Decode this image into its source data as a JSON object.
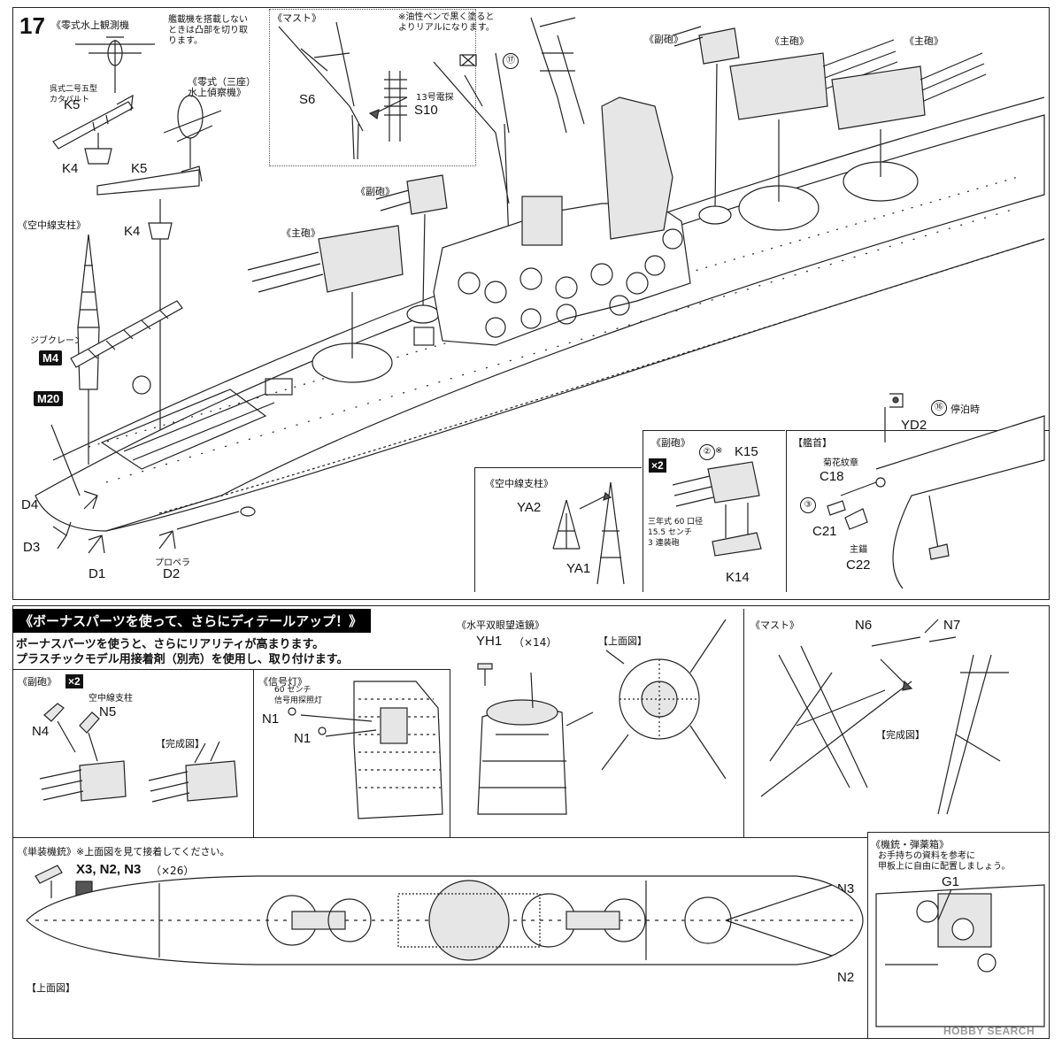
{
  "step": {
    "number": "17",
    "catapult_plane_title": "《零式水上観測機",
    "catapult_note": "艦載機を搭載しない\nときは凸部を切り取\nります。",
    "catapult_type_label": "呉式二号五型\nカタパルト",
    "recon_plane_title": "《零式（三座）\n水上偵察機》",
    "mast_title": "《マスト》",
    "oil_pen_note": "※油性ペンで黒く塗ると\nよりリアルになります。",
    "radar_label": "13号電探",
    "secondary_gun_label": "《副砲》",
    "main_gun_label": "《主砲》",
    "antenna_post_title": "《空中線支柱》",
    "jib_crane_label": "ジブクレーン",
    "propeller_label": "プロペラ",
    "bow_title": "【艦首】",
    "chrysanthemum_label": "菊花紋章",
    "anchor_label": "主錨",
    "anchored_label": "停泊時",
    "sec_gun_title": "《副砲》",
    "sec_gun_note": "三年式 60 口径\n15.5 センチ\n3 連装砲",
    "asterisk": "※",
    "times_two": "×2"
  },
  "parts": {
    "K5a": "K5",
    "K5b": "K5",
    "K4a": "K4",
    "K4b": "K4",
    "S6": "S6",
    "S10": "S10",
    "M4": "M4",
    "M20": "M20",
    "D4": "D4",
    "D3": "D3",
    "D1": "D1",
    "D2": "D2",
    "YA2": "YA2",
    "YA1": "YA1",
    "K15": "K15",
    "K14": "K14",
    "YD2": "YD2",
    "C18": "C18",
    "C21": "C21",
    "C22": "C22"
  },
  "markers": {
    "c17": "⑰",
    "c16": "⑯",
    "c2": "②",
    "c3": "③"
  },
  "bonus": {
    "banner": "《ボーナスパーツを使って、さらにディテールアップ！》",
    "intro_line1": "ボーナスパーツを使うと、さらにリアリティが高まります。",
    "intro_line2": "プラスチックモデル用接着剤（別売）を使用し、取り付けます。",
    "sec_gun_title": "《副砲》",
    "times_two": "×2",
    "antenna_post_label": "空中線支柱",
    "N5": "N5",
    "N4": "N4",
    "complete_label": "【完成図】",
    "signal_title": "《信号灯》",
    "signal_note": "60 センチ\n信号用探照灯",
    "N1a": "N1",
    "N1b": "N1",
    "binocular_title": "《水平双眼望遠鏡》",
    "YH1": "YH1",
    "YH1_qty": "（×14）",
    "top_view_label": "【上面図】",
    "mast_title": "《マスト》",
    "N6": "N6",
    "N7": "N7",
    "mast_complete_label": "【完成図】",
    "single_mg_title": "《単装機銃》※上面図を見て接着してください。",
    "single_mg_parts": "X3, N2, N3",
    "single_mg_qty": "（×26）",
    "topview_bottom_label": "【上面図】",
    "N3": "N3",
    "N2": "N2",
    "mg_ammo_title": "《機銃・弾薬箱》",
    "mg_ammo_note": "お手持ちの資料を参考に\n甲板上に自由に配置しましょう。",
    "G1": "G1"
  },
  "watermark": "HOBBY SEARCH"
}
